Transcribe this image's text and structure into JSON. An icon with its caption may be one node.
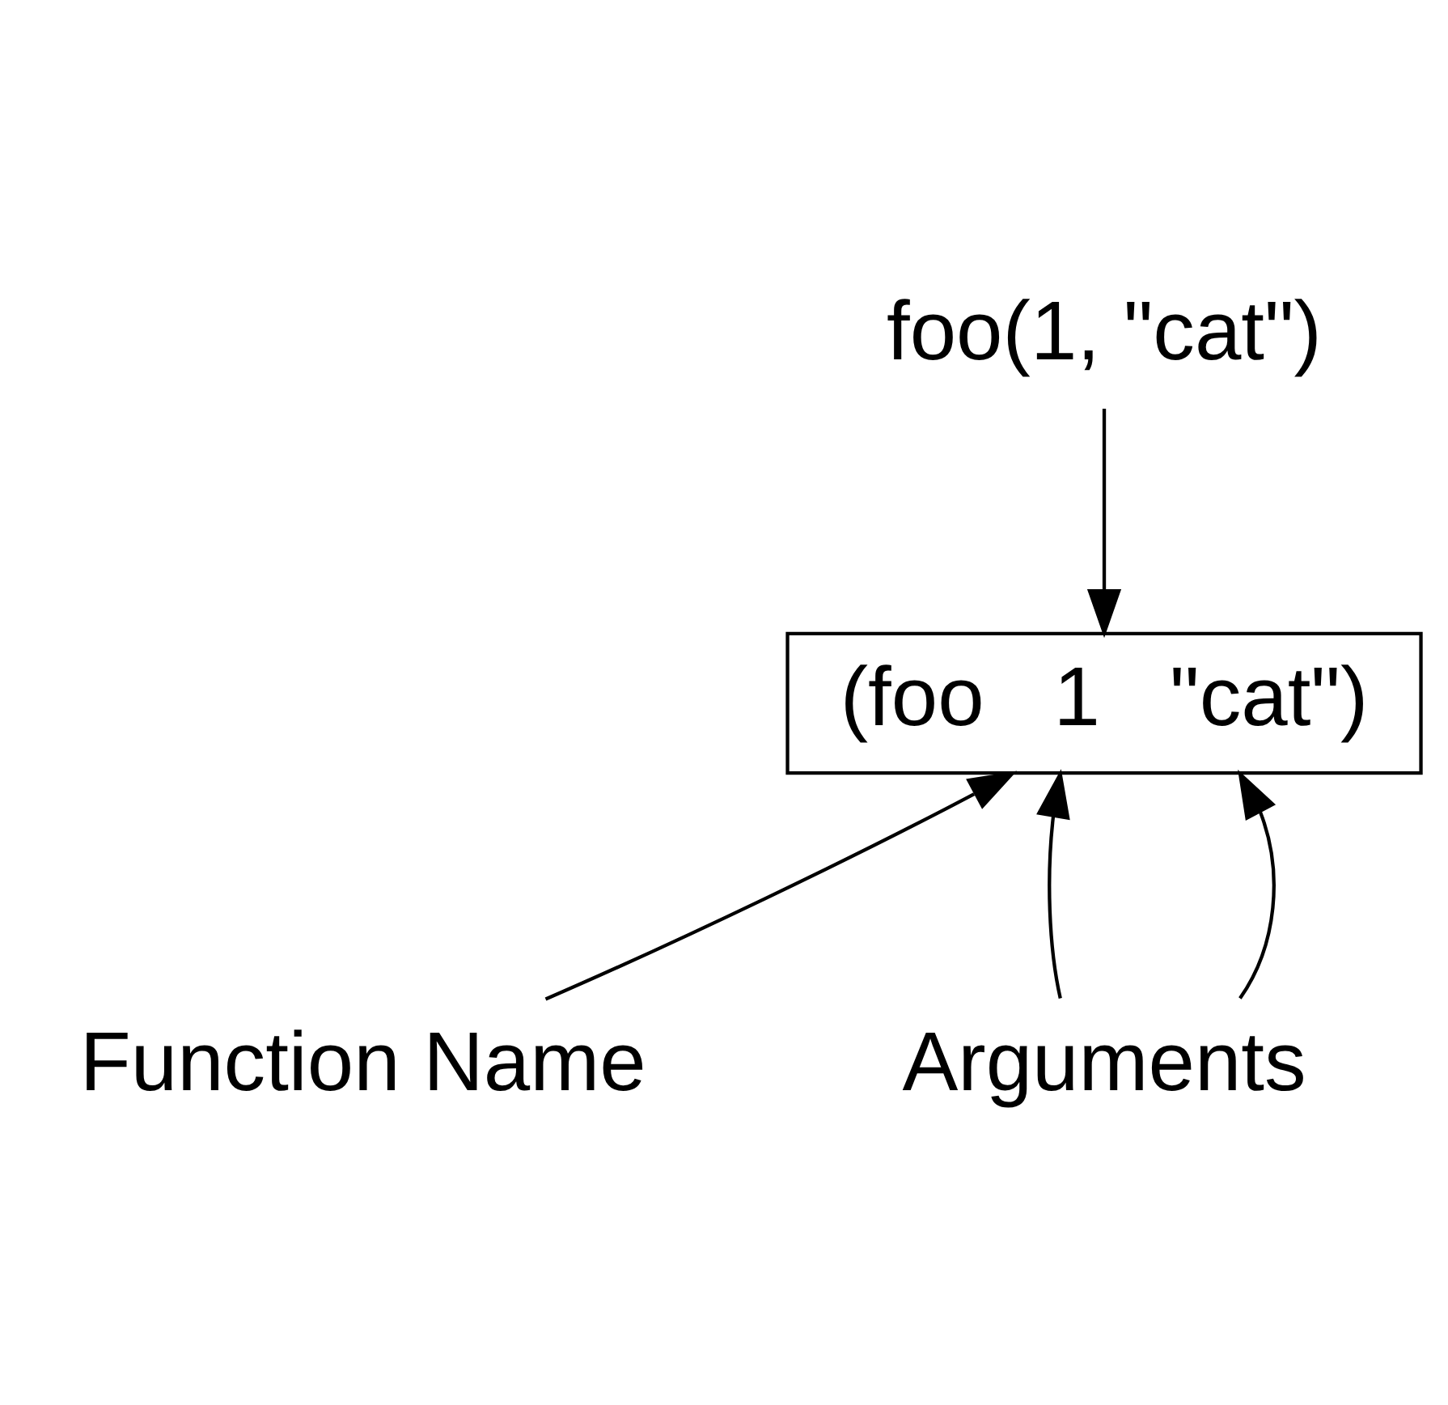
{
  "diagram": {
    "nodes": [
      {
        "text": [
          "foo(1, \"cat\")"
        ]
      },
      {
        "text": [
          "(foo   1   \"cat\")"
        ]
      },
      {
        "text": [
          "Function Name"
        ]
      },
      {
        "text": [
          "Arguments"
        ]
      }
    ],
    "edges": [
      {
        "from": 0,
        "to": 1,
        "arrow": "to"
      },
      {
        "from": 2,
        "to": 1,
        "arrow": "to"
      },
      {
        "from": 3,
        "to": 1,
        "arrow": "to"
      },
      {
        "from": 3,
        "to": 1,
        "arrow": "to"
      }
    ]
  }
}
